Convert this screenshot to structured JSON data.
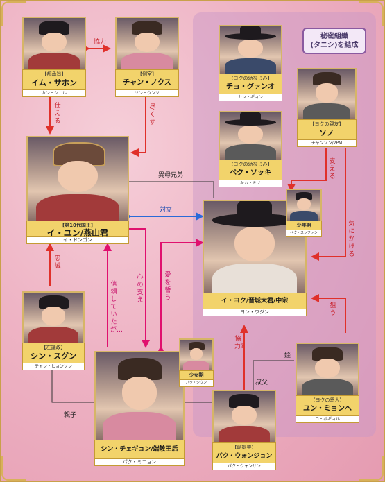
{
  "group": {
    "label_line1": "秘密組織",
    "label_line2": "(タニシ)を結成"
  },
  "characters": {
    "im_sahong": {
      "role": "【都承旨】",
      "name": "イム・サホン",
      "actor": "カン・シニル"
    },
    "jang_noksu": {
      "role": "【側室】",
      "name": "チャン・ノクス",
      "actor": "ソン・ウンソ"
    },
    "lee_yun": {
      "role": "【第10代国王】",
      "name": "イ・ユン/燕山君",
      "actor": "イ・ドンゴン"
    },
    "jo_gwangoh": {
      "role": "【ヨクの幼なじみ】",
      "name": "チョ・グァンオ",
      "actor": "カン・ギョン"
    },
    "baek_sukki": {
      "role": "【ヨクの幼なじみ】",
      "name": "ペク・ソッキ",
      "actor": "キム・ミノ"
    },
    "seono": {
      "role": "【ヨクの親友】",
      "name": "ソノ",
      "actor": "チャンソン/2PM"
    },
    "young_yeok": {
      "role": "少年期",
      "actor": "ペク・スンファン"
    },
    "lee_yeok": {
      "name": "イ・ヨク/晋城大君/中宗",
      "actor": "ヨン・ウジン"
    },
    "shin_sugeun": {
      "role": "【左議政】",
      "name": "シン・スグン",
      "actor": "チャン・ヒョンソン"
    },
    "young_chaegyeong": {
      "role": "少女期",
      "actor": "パク・シウン"
    },
    "shin_chaegyeong": {
      "name": "シン・チェギョン/端敬王后",
      "actor": "パク・ミニョン"
    },
    "park_wonjong": {
      "role": "【副提学】",
      "name": "パク・ウォンジョン",
      "actor": "パク・ウォンサン"
    },
    "yun_myeonghye": {
      "role": "【ヨクの恩人】",
      "name": "ユン・ミョンへ",
      "actor": "コ・ボギョル"
    }
  },
  "relations": {
    "kyoryoku": "協力",
    "tsukaeru": "仕える",
    "tsukusu": "尽くす",
    "ibo_kyodai": "異母兄弟",
    "tairitsu": "対立",
    "sasaeru": "支える",
    "ki_ni_kakeru": "気にかける",
    "chugi": "忠誠",
    "shinrai": "信頼していたが…",
    "kokoro_no_sasae": "心の支え",
    "ai_wo_chikau": "愛を誓う",
    "nerau": "狙う",
    "kyoryoku_q": "協力?",
    "mei": "姪",
    "oyako": "親子",
    "shufu": "叔父"
  },
  "colors": {
    "gold": "#d6b567",
    "label_yellow": "#f2d36b",
    "arrow_red": "#e0302a",
    "arrow_pink": "#e0106e",
    "arrow_blue": "#2a6ad8",
    "group_purple": "#c896c8"
  }
}
